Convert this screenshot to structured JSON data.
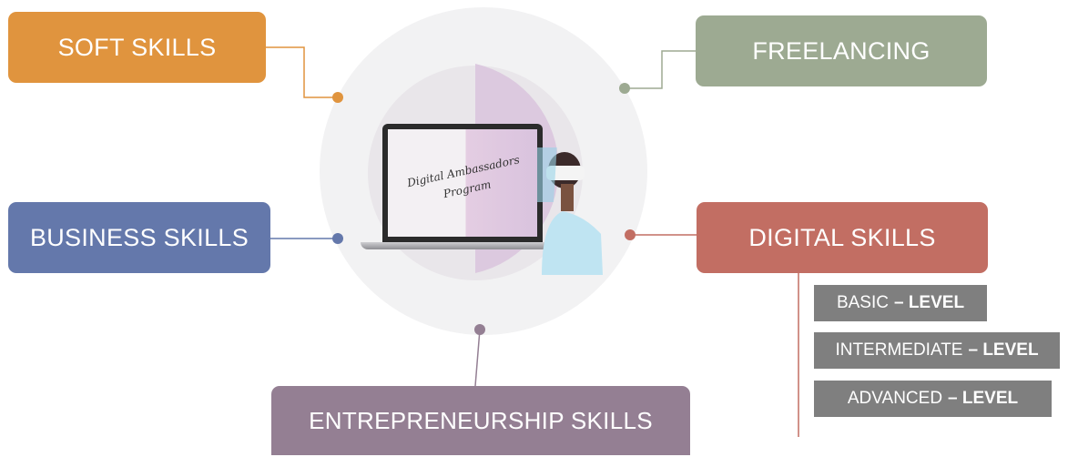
{
  "boxes": {
    "soft": {
      "label": "SOFT SKILLS",
      "color": "#e0943e"
    },
    "free": {
      "label": "FREELANCING",
      "color": "#9daa92"
    },
    "biz": {
      "label": "BUSINESS SKILLS",
      "color": "#6478ab"
    },
    "digi": {
      "label": "DIGITAL SKILLS",
      "color": "#c26e63"
    },
    "entre": {
      "label": "ENTREPRENEURSHIP SKILLS",
      "color": "#947f93"
    }
  },
  "levels": [
    {
      "name": "BASIC",
      "suffix": "– LEVEL"
    },
    {
      "name": "INTERMEDIATE",
      "suffix": "– LEVEL"
    },
    {
      "name": "ADVANCED",
      "suffix": " – LEVEL"
    }
  ],
  "center": {
    "screen_line1": "Digital Ambassadors",
    "screen_line2": "Program"
  }
}
